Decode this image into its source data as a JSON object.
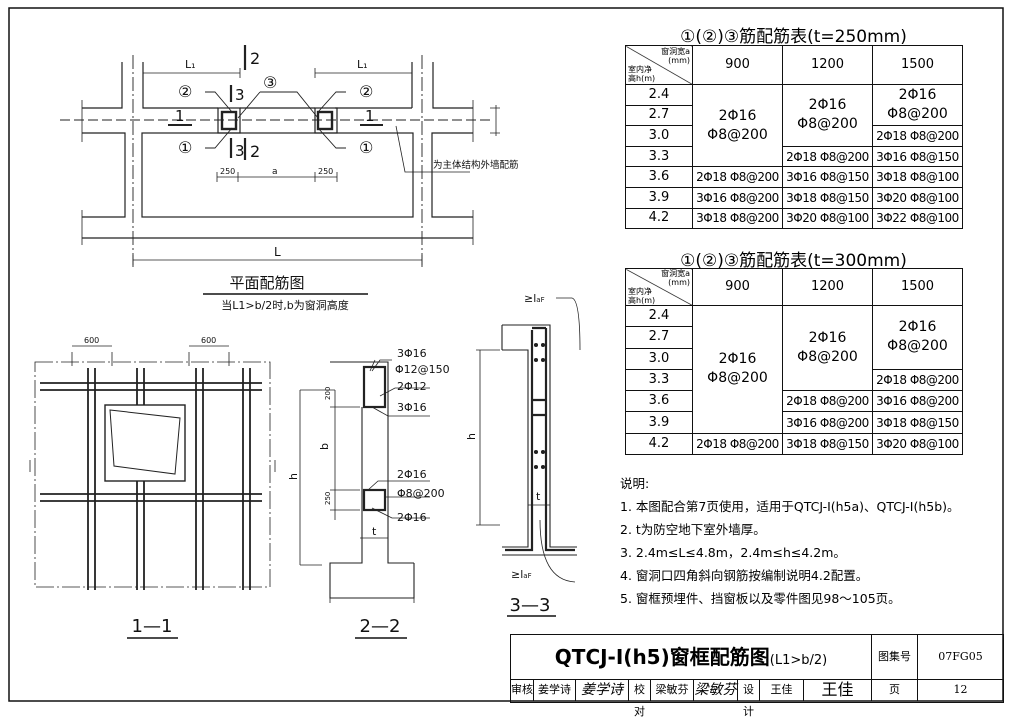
{
  "plan": {
    "title": "平面配筋图",
    "subtitle": "当L1>b/2时,b为窗洞高度",
    "labels": {
      "L1": "L₁",
      "L": "L",
      "a": "a",
      "d250": "250",
      "sec1": "1",
      "sec2": "2",
      "sec3": "3",
      "m1": "①",
      "m2": "②",
      "m3": "③"
    },
    "wall_note": "为主体结构外墙配筋"
  },
  "section11": {
    "title": "1—1",
    "dim": "600"
  },
  "section22": {
    "title": "2—2",
    "callouts": [
      "3Φ16",
      "Φ12@150",
      "2Φ12",
      "3Φ16",
      "2Φ16",
      "Φ8@200",
      "2Φ16"
    ],
    "dims": {
      "d200": "200",
      "b": "b",
      "d250": "250",
      "h": "h",
      "t": "t"
    }
  },
  "section33": {
    "title": "3—3",
    "anchor": "≥l",
    "anchor_sub": "aF",
    "h": "h",
    "t": "t"
  },
  "tables": [
    {
      "title": "①(②)③筋配筋表(t=250mm)",
      "corner_top": "窗洞宽a",
      "corner_unit": "(mm)",
      "corner_bottom": "室内净",
      "corner_bottom2": "高h(m)",
      "columns": [
        "900",
        "1200",
        "1500"
      ],
      "rows": [
        {
          "h": "2.4",
          "cells": [
            {
              "t": "2Φ16\nΦ8@200",
              "rs": 4
            },
            {
              "t": "2Φ16\nΦ8@200",
              "rs": 3
            },
            {
              "t": "2Φ16\nΦ8@200",
              "rs": 2
            }
          ]
        },
        {
          "h": "2.7",
          "cells": []
        },
        {
          "h": "3.0",
          "cells": [
            {
              "t": "2Φ18 Φ8@200",
              "rs": 1
            }
          ]
        },
        {
          "h": "3.3",
          "cells": [
            {
              "t": "2Φ18 Φ8@200",
              "rs": 1
            },
            {
              "t": "3Φ16 Φ8@150",
              "rs": 1
            }
          ]
        },
        {
          "h": "3.6",
          "cells": [
            {
              "t": "2Φ18 Φ8@200",
              "rs": 1
            },
            {
              "t": "3Φ16 Φ8@150",
              "rs": 1
            },
            {
              "t": "3Φ18 Φ8@100",
              "rs": 1
            }
          ]
        },
        {
          "h": "3.9",
          "cells": [
            {
              "t": "3Φ16 Φ8@200",
              "rs": 1
            },
            {
              "t": "3Φ18 Φ8@150",
              "rs": 1
            },
            {
              "t": "3Φ20 Φ8@100",
              "rs": 1
            }
          ]
        },
        {
          "h": "4.2",
          "cells": [
            {
              "t": "3Φ18 Φ8@200",
              "rs": 1
            },
            {
              "t": "3Φ20 Φ8@100",
              "rs": 1
            },
            {
              "t": "3Φ22 Φ8@100",
              "rs": 1
            }
          ]
        }
      ]
    },
    {
      "title": "①(②)③筋配筋表(t=300mm)",
      "corner_top": "窗洞宽a",
      "corner_unit": "(mm)",
      "corner_bottom": "室内净",
      "corner_bottom2": "高h(m)",
      "columns": [
        "900",
        "1200",
        "1500"
      ],
      "rows": [
        {
          "h": "2.4",
          "cells": [
            {
              "t": "2Φ16\nΦ8@200",
              "rs": 6
            },
            {
              "t": "2Φ16\nΦ8@200",
              "rs": 4
            },
            {
              "t": "2Φ16\nΦ8@200",
              "rs": 3
            }
          ]
        },
        {
          "h": "2.7",
          "cells": []
        },
        {
          "h": "3.0",
          "cells": []
        },
        {
          "h": "3.3",
          "cells": [
            {
              "t": "2Φ18 Φ8@200",
              "rs": 1
            }
          ]
        },
        {
          "h": "3.6",
          "cells": [
            {
              "t": "2Φ18 Φ8@200",
              "rs": 1
            },
            {
              "t": "3Φ16 Φ8@200",
              "rs": 1
            }
          ]
        },
        {
          "h": "3.9",
          "cells": [
            {
              "t": "3Φ16 Φ8@200",
              "rs": 1
            },
            {
              "t": "3Φ18 Φ8@150",
              "rs": 1
            }
          ]
        },
        {
          "h": "4.2",
          "cells": [
            {
              "t": "2Φ18 Φ8@200",
              "rs": 1
            },
            {
              "t": "3Φ18 Φ8@150",
              "rs": 1
            },
            {
              "t": "3Φ20 Φ8@100",
              "rs": 1
            }
          ]
        }
      ]
    }
  ],
  "notes": {
    "heading": "说明:",
    "items": [
      "1. 本图配合第7页使用，适用于QTCJ-I(h5a)、QTCJ-I(h5b)。",
      "2. t为防空地下室外墙厚。",
      "3. 2.4m≤L≤4.8m，2.4m≤h≤4.2m。",
      "4. 窗洞口四角斜向钢筋按编制说明4.2配置。",
      "5. 窗框预埋件、挡窗板以及零件图见98～105页。"
    ]
  },
  "title_block": {
    "title": "QTCJ-I(h5)窗框配筋图",
    "title_suffix": "(L1>b/2)",
    "atlas_label": "图集号",
    "atlas_no": "07FG05",
    "review_label": "审核",
    "reviewer": "姜学诗",
    "check_label": "校对",
    "checker": "梁敏芬",
    "design_label": "设计",
    "designer": "王佳",
    "page_label": "页",
    "page_no": "12"
  }
}
